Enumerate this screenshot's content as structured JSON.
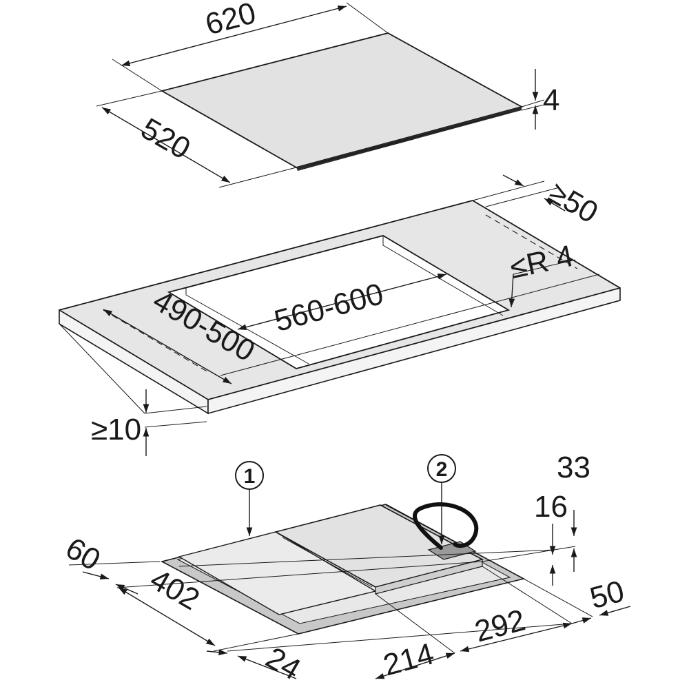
{
  "hob": {
    "width": "620",
    "depth": "520",
    "thickness": "4"
  },
  "cutout": {
    "min_rear_clearance": "≥50",
    "corner_radius": "≤R 4",
    "width": "560-600",
    "depth": "490-500",
    "min_worktop_thickness": "≥10"
  },
  "underside": {
    "callouts": [
      "1",
      "2"
    ],
    "dims": {
      "d33": "33",
      "d16": "16",
      "d60": "60",
      "d402": "402",
      "d50": "50",
      "d292": "292",
      "d214": "214",
      "d24": "24"
    }
  },
  "colors": {
    "line": "#1a1a1a",
    "surface_grey": "#e4e4e4",
    "frame_grey": "#c8c8c8",
    "cable": "#111111"
  }
}
